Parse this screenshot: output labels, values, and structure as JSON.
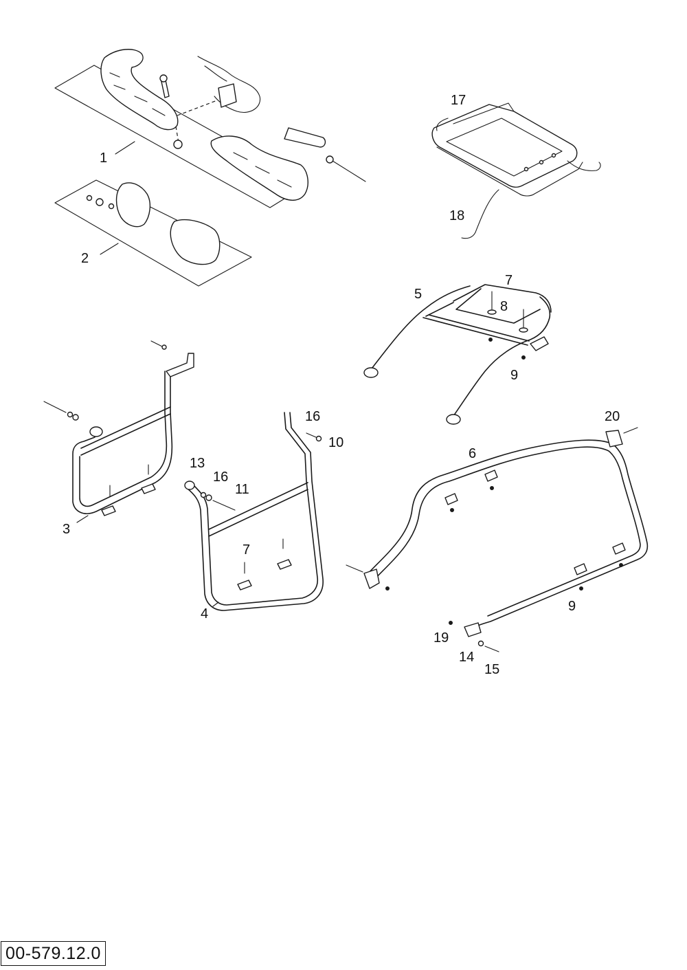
{
  "callouts": {
    "c1": "1",
    "c2": "2",
    "c3": "3",
    "c4": "4",
    "c5": "5",
    "c6": "6",
    "c7a": "7",
    "c7b": "7",
    "c8": "8",
    "c9a": "9",
    "c9b": "9",
    "c10": "10",
    "c11": "11",
    "c13": "13",
    "c14": "14",
    "c15": "15",
    "c16a": "16",
    "c16b": "16",
    "c17": "17",
    "c18": "18",
    "c19": "19",
    "c20": "20"
  },
  "drawing_code": "00-579.12.0"
}
